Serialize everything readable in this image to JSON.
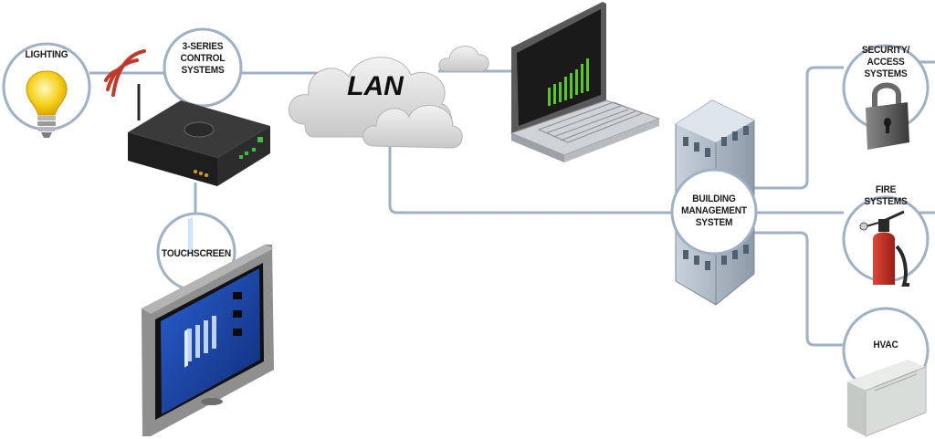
{
  "nodes": {
    "lighting": "LIGHTING",
    "control_line1": "3-SERIES",
    "control_line2": "CONTROL",
    "control_line3": "SYSTEMS",
    "touchscreen": "TOUCHSCREEN",
    "lan": "LAN",
    "security_line1": "SECURITY/",
    "security_line2": "ACCESS",
    "security_line3": "SYSTEMS",
    "bms_line1": "BUILDING",
    "bms_line2": "MANAGEMENT",
    "bms_line3": "SYSTEM",
    "fire_line1": "FIRE",
    "fire_line2": "SYSTEMS",
    "hvac": "HVAC"
  },
  "colors": {
    "connector": "#9fb1c4",
    "circle_fill": "#ffffff",
    "circle_stroke": "#9fb1c4",
    "wifi": "#c0392b",
    "chart_bars": "#5cc81e",
    "screen_blue": "#1e4aa8"
  },
  "icons": [
    "light-bulb-icon",
    "wifi-icon",
    "control-processor-icon",
    "touchscreen-icon",
    "lan-cloud-icon",
    "laptop-icon",
    "office-building-icon",
    "padlock-icon",
    "fire-extinguisher-icon",
    "hvac-unit-icon"
  ]
}
